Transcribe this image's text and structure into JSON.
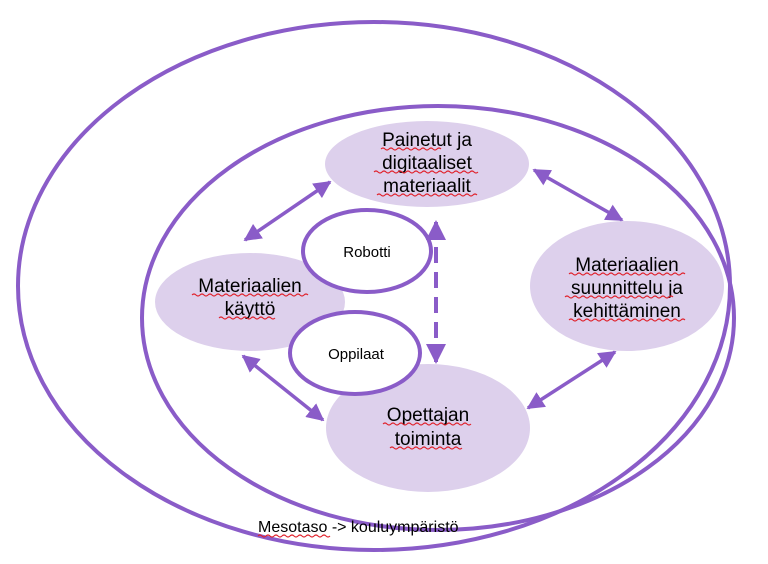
{
  "colors": {
    "outline": "#8a5cc8",
    "bubble_fill": "#ddd0ec",
    "inner_circle_fill": "#ffffff",
    "spellcheck_underline": "#e0202a"
  },
  "nodes": {
    "printed_digital": {
      "lines": [
        "Painetut ja",
        "digitaaliset",
        "materiaalit"
      ]
    },
    "material_use": {
      "lines": [
        "Materiaalien",
        "käyttö"
      ]
    },
    "material_design": {
      "lines": [
        "Materiaalien",
        "suunnittelu ja",
        "kehittäminen"
      ]
    },
    "teacher_action": {
      "lines": [
        "Opettajan",
        "toiminta"
      ]
    },
    "robot": {
      "label": "Robotti"
    },
    "students": {
      "label": "Oppilaat"
    }
  },
  "caption": "Mesotaso -> kouluympäristö"
}
